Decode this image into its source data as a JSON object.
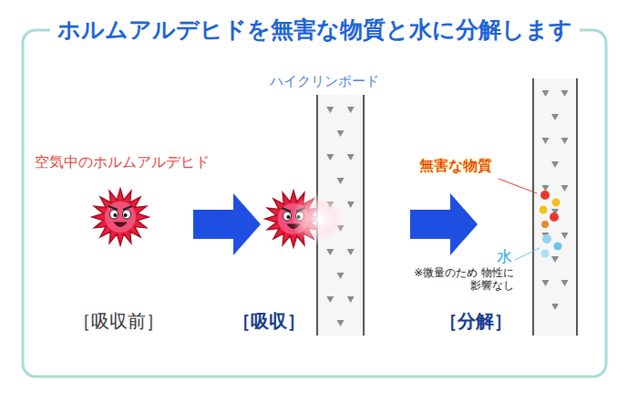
{
  "diagram": {
    "title": "ホルムアルデヒドを無害な物質と水に分解します",
    "labels": [
      "空気中のホルムアルデヒド",
      "ハイクリンボード",
      "無害な物質",
      "水",
      "※微量のため 物性に影響なし",
      "［吸収前］",
      "［吸収］",
      "［分解］"
    ]
  }
}
